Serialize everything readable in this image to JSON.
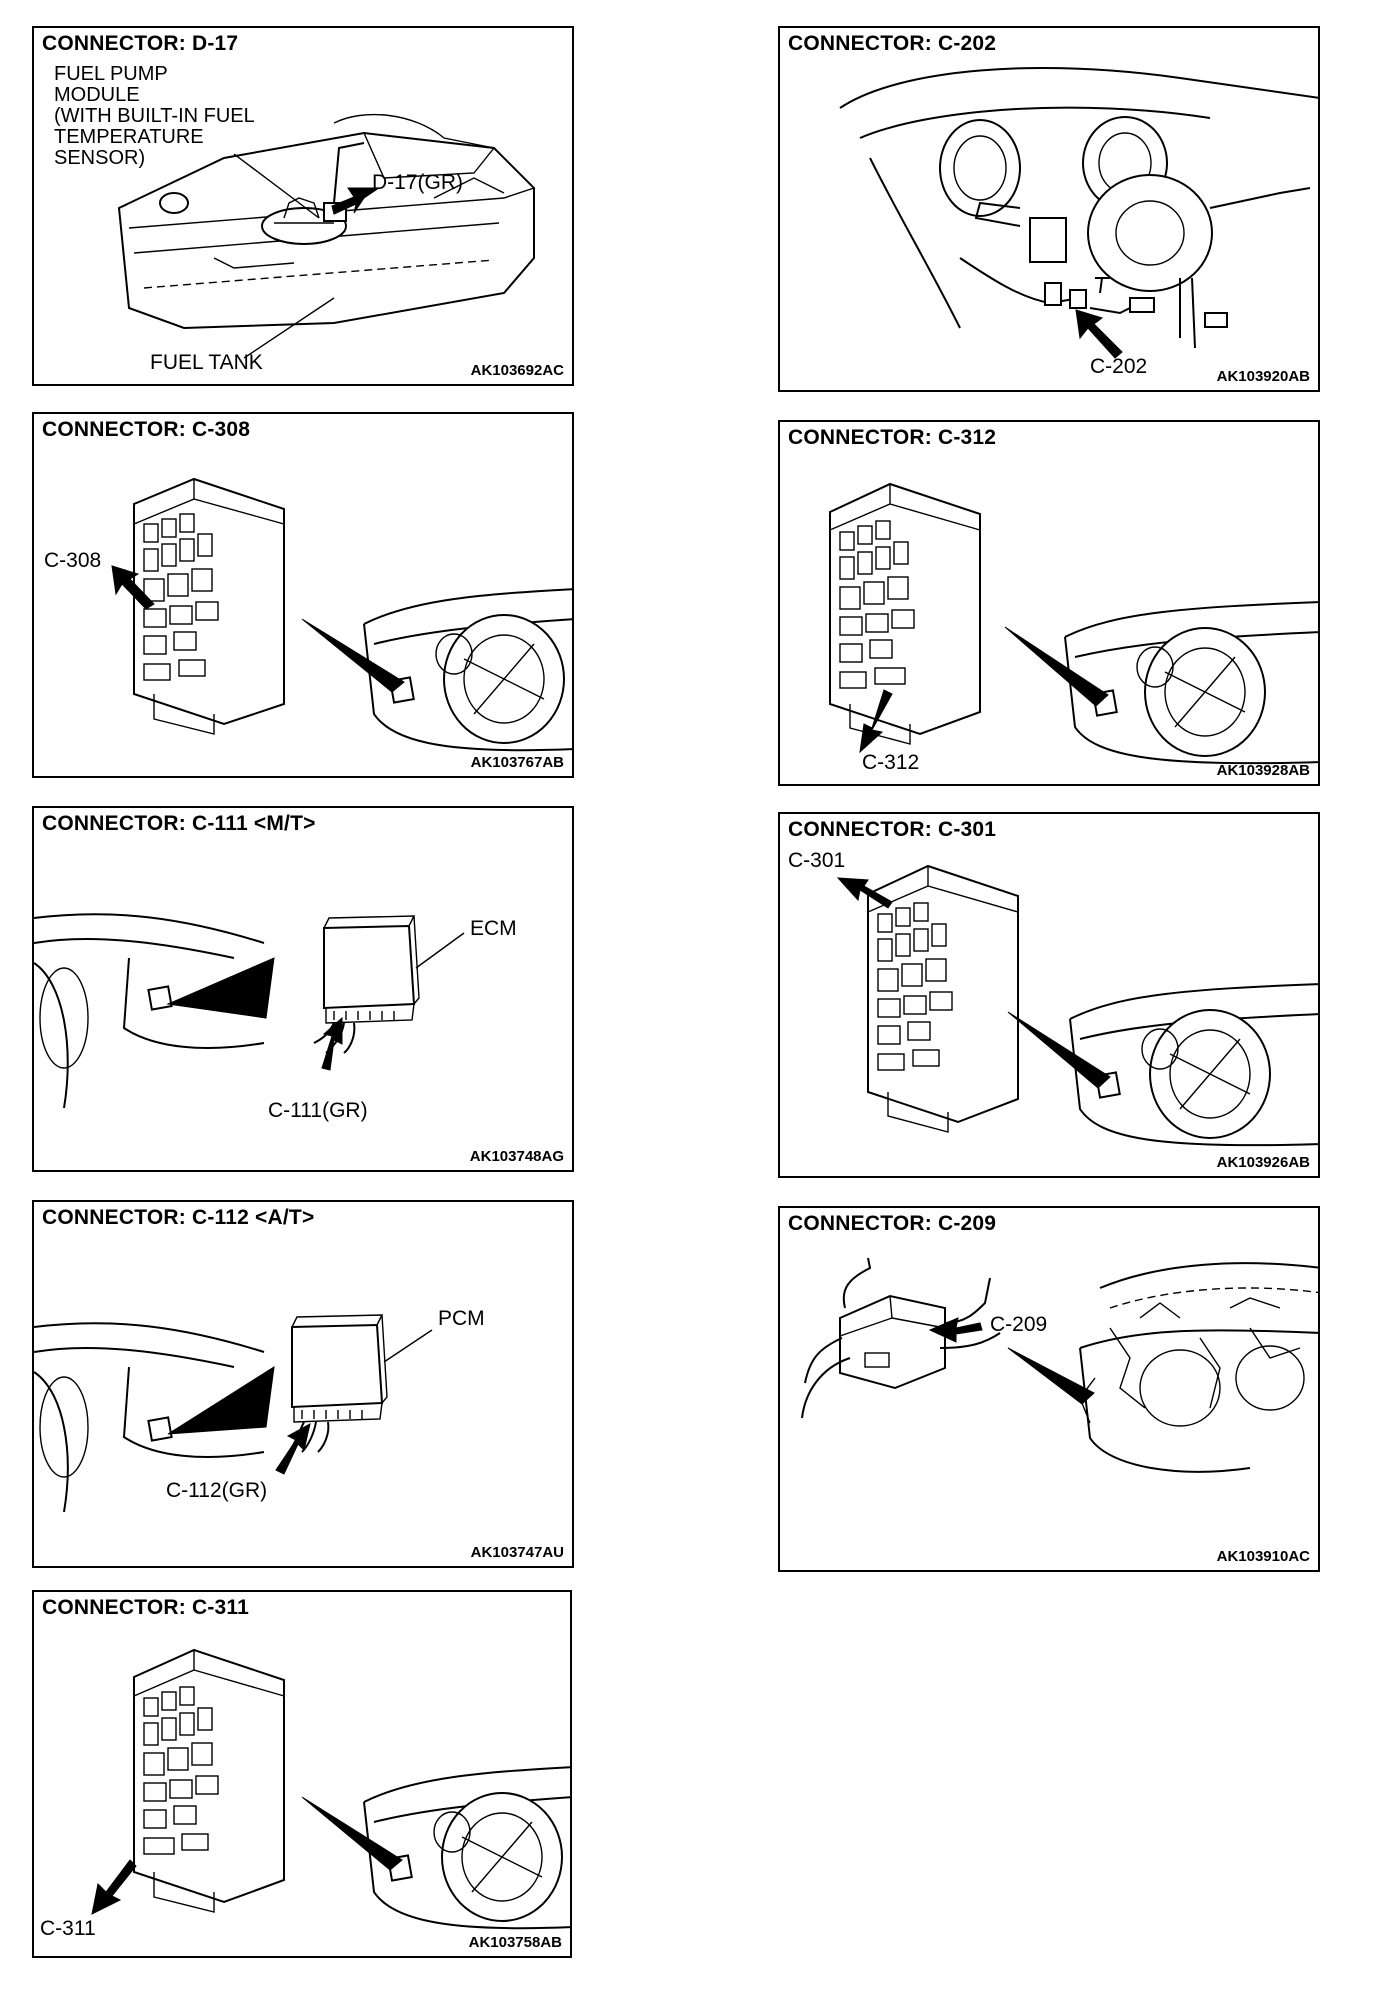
{
  "panels": {
    "d17": {
      "title": "CONNECTOR: D-17",
      "module_label": "FUEL PUMP\nMODULE\n(WITH BUILT-IN FUEL\nTEMPERATURE\nSENSOR)",
      "connector_label": "D-17(GR)",
      "tank_label": "FUEL TANK",
      "code": "AK103692AC"
    },
    "c202": {
      "title": "CONNECTOR: C-202",
      "connector_label": "C-202",
      "code": "AK103920AB"
    },
    "c308": {
      "title": "CONNECTOR: C-308",
      "connector_label": "C-308",
      "code": "AK103767AB"
    },
    "c312": {
      "title": "CONNECTOR: C-312",
      "connector_label": "C-312",
      "code": "AK103928AB"
    },
    "c111": {
      "title": "CONNECTOR: C-111 <M/T>",
      "module_label": "ECM",
      "connector_label": "C-111(GR)",
      "code": "AK103748AG"
    },
    "c301": {
      "title": "CONNECTOR: C-301",
      "connector_label": "C-301",
      "code": "AK103926AB"
    },
    "c112": {
      "title": "CONNECTOR: C-112 <A/T>",
      "module_label": "PCM",
      "connector_label": "C-112(GR)",
      "code": "AK103747AU"
    },
    "c209": {
      "title": "CONNECTOR: C-209",
      "connector_label": "C-209",
      "code": "AK103910AC"
    },
    "c311": {
      "title": "CONNECTOR: C-311",
      "connector_label": "C-311",
      "code": "AK103758AB"
    }
  }
}
